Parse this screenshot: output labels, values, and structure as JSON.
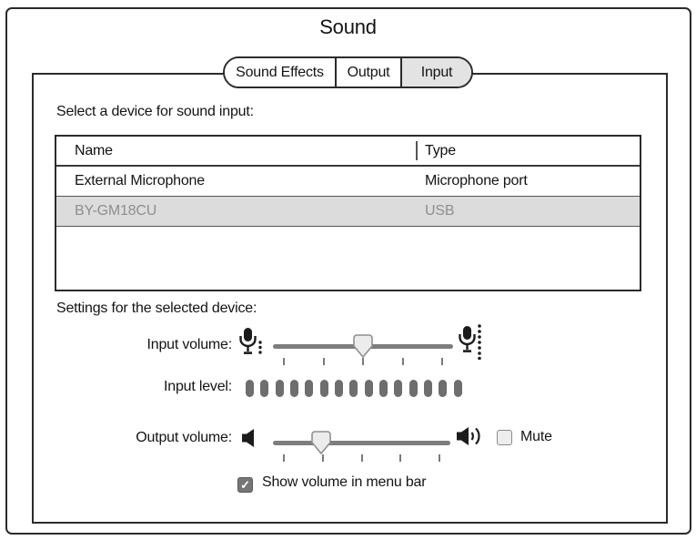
{
  "window": {
    "title": "Sound"
  },
  "tabs": [
    {
      "label": "Sound Effects",
      "selected": false
    },
    {
      "label": "Output",
      "selected": false
    },
    {
      "label": "Input",
      "selected": true
    }
  ],
  "device_section": {
    "label": "Select a device for sound input:",
    "table": {
      "columns": {
        "name": "Name",
        "type": "Type"
      },
      "rows": [
        {
          "name": "External Microphone",
          "type": "Microphone port",
          "selected": false
        },
        {
          "name": "BY-GM18CU",
          "type": "USB",
          "selected": true
        }
      ]
    }
  },
  "settings_section": {
    "label": "Settings for the selected device:",
    "input_volume": {
      "label": "Input volume:",
      "value_percent": 50,
      "tick_count": 5,
      "min_icon": "mic-quiet-icon",
      "max_icon": "mic-loud-icon"
    },
    "input_level": {
      "label": "Input level:",
      "segment_count": 15,
      "lit_count": 15
    },
    "output_volume": {
      "label": "Output volume:",
      "value_percent": 27,
      "tick_count": 5,
      "min_icon": "speaker-quiet-icon",
      "max_icon": "speaker-loud-icon",
      "mute": {
        "label": "Mute",
        "checked": false
      }
    },
    "menu_bar": {
      "label": "Show volume in menu bar",
      "checked": true
    }
  },
  "glyphs": {
    "check": "✓"
  },
  "colors": {
    "border": "#2b2b2b",
    "tab_selected_bg": "#e3e3e3",
    "selected_row_bg": "#dcdcdc",
    "selected_row_text": "#8e8e8e",
    "slider_track": "#7d7d7d",
    "slider_thumb_fill": "#ececec",
    "level_segment": "#6e6e6e",
    "icon": "#1c1c1c",
    "checked_checkbox_bg": "#767676"
  }
}
